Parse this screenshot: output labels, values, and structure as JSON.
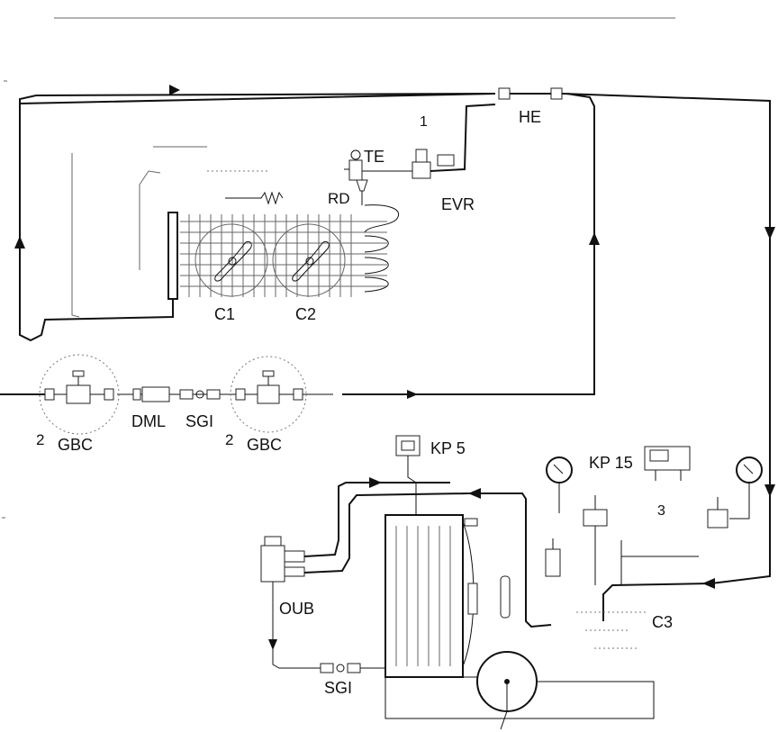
{
  "labels": {
    "he": "HE",
    "te": "TE",
    "rd": "RD",
    "evr": "EVR",
    "c1": "C1",
    "c2": "C2",
    "dml": "DML",
    "sgi_top": "SGI",
    "gbc_left_num": "2",
    "gbc_left": "GBC",
    "gbc_right_num": "2",
    "gbc_right": "GBC",
    "kp5": "KP 5",
    "kp15": "KP 15",
    "oub": "OUB",
    "sgi_bottom": "SGI",
    "c3": "C3",
    "num1": "1",
    "num3": "3"
  },
  "colors": {
    "line": "#111111",
    "background": "#ffffff"
  }
}
